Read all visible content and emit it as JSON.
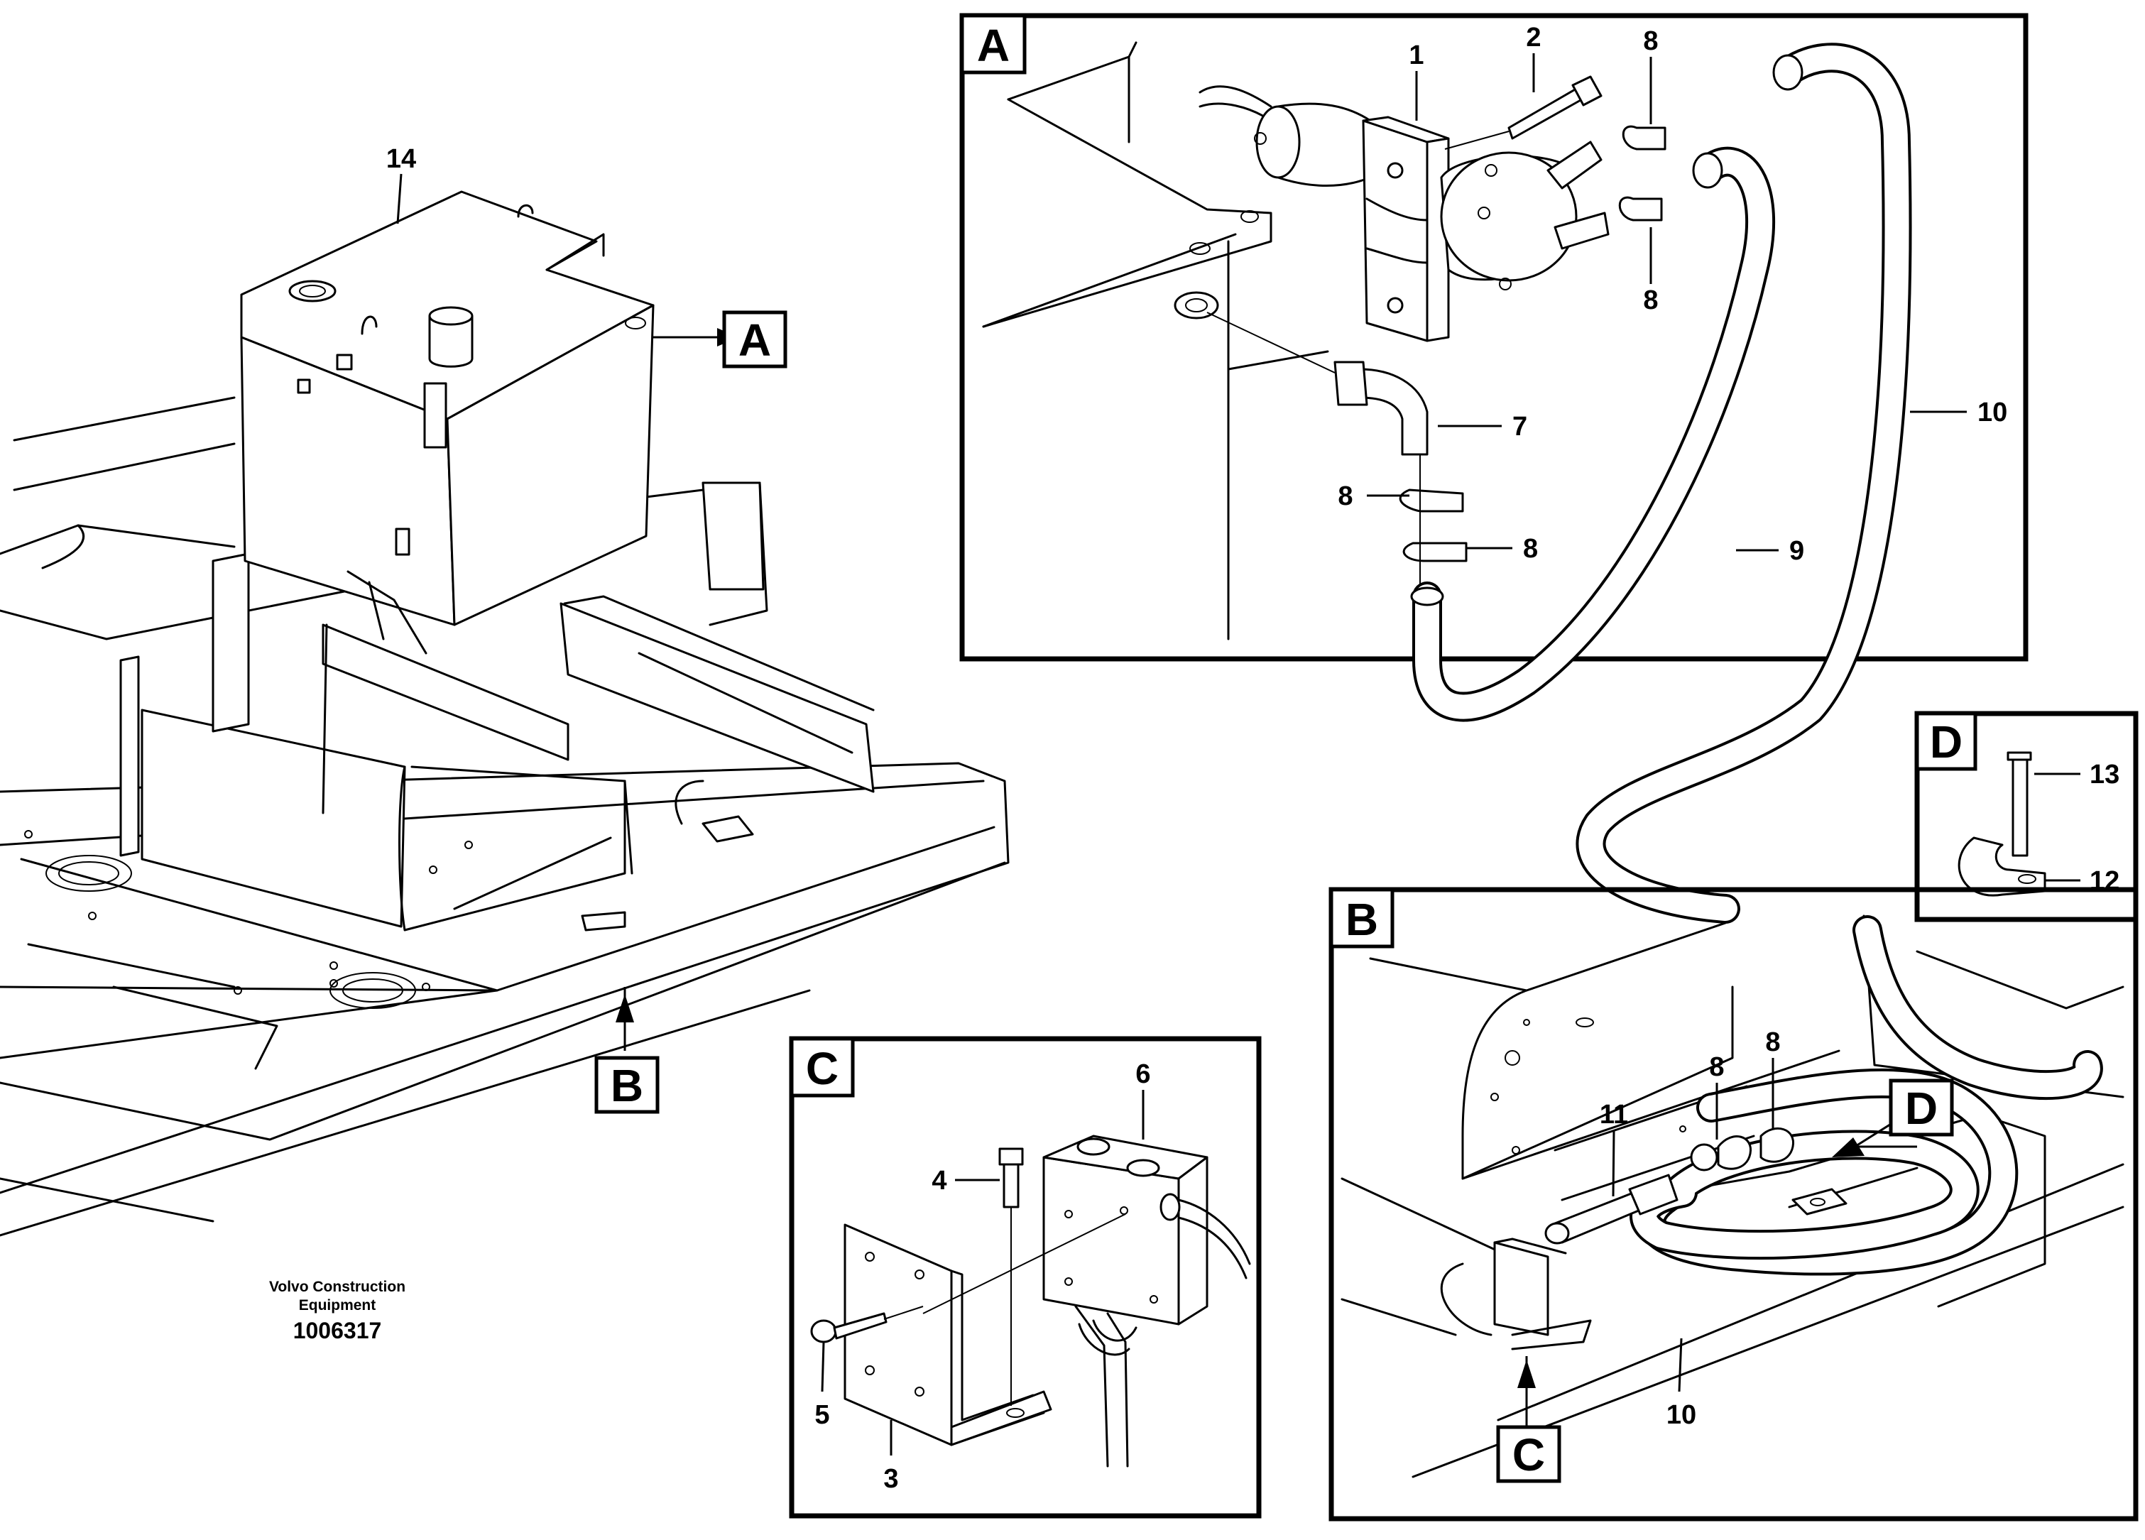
{
  "caption": {
    "manufacturer_line1": "Volvo Construction",
    "manufacturer_line2": "Equipment",
    "figure_number": "1006317"
  },
  "detail_views": {
    "A": "A",
    "B": "B",
    "C": "C",
    "D": "D"
  },
  "view_markers": {
    "A": "A",
    "B": "B",
    "C": "C",
    "D": "D"
  },
  "callouts": {
    "c1": "1",
    "c2": "2",
    "c3": "3",
    "c4": "4",
    "c5": "5",
    "c6": "6",
    "c7": "7",
    "c8": "8",
    "c9": "9",
    "c10": "10",
    "c11": "11",
    "c12": "12",
    "c13": "13",
    "c14": "14"
  }
}
